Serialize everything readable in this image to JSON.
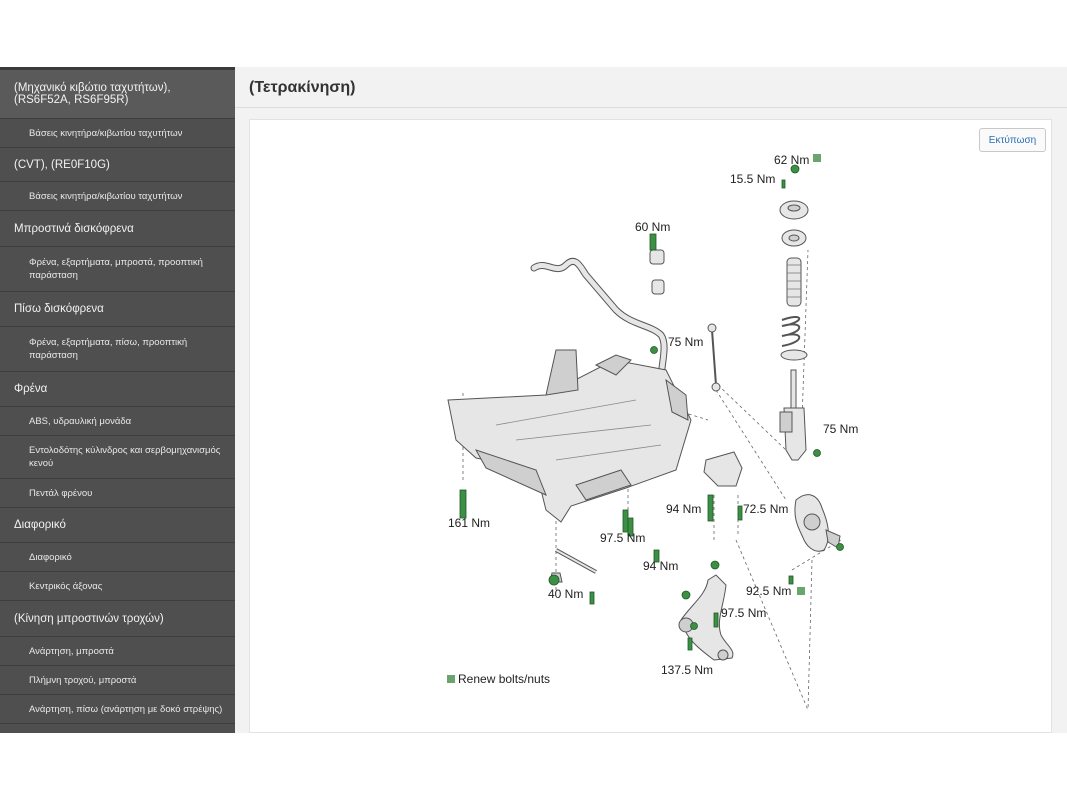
{
  "sidebar": {
    "items": [
      {
        "type": "cat",
        "label": "(Μηχανικό κιβώτιο ταχυτήτων), (RS6F52A, RS6F95R)"
      },
      {
        "type": "sub",
        "label": "Βάσεις κινητήρα/κιβωτίου ταχυτήτων"
      },
      {
        "type": "cat",
        "label": "(CVT), (RE0F10G)"
      },
      {
        "type": "sub",
        "label": "Βάσεις κινητήρα/κιβωτίου ταχυτήτων"
      },
      {
        "type": "cat",
        "label": "Μπροστινά δισκόφρενα"
      },
      {
        "type": "sub",
        "label": "Φρένα, εξαρτήματα, μπροστά, προοπτική παράσταση"
      },
      {
        "type": "cat",
        "label": "Πίσω δισκόφρενα"
      },
      {
        "type": "sub",
        "label": "Φρένα, εξαρτήματα, πίσω, προοπτική παράσταση"
      },
      {
        "type": "cat",
        "label": "Φρένα"
      },
      {
        "type": "sub",
        "label": "ABS, υδραυλική μονάδα"
      },
      {
        "type": "sub",
        "label": "Εντολοδότης κύλινδρος και σερβομηχανισμός κενού"
      },
      {
        "type": "sub",
        "label": "Πεντάλ φρένου"
      },
      {
        "type": "cat",
        "label": "Διαφορικό"
      },
      {
        "type": "sub",
        "label": "Διαφορικό"
      },
      {
        "type": "sub",
        "label": "Κεντρικός άξονας"
      },
      {
        "type": "cat",
        "label": "(Κίνηση μπροστινών τροχών)"
      },
      {
        "type": "sub",
        "label": "Ανάρτηση, μπροστά"
      },
      {
        "type": "sub",
        "label": "Πλήμνη τροχού, μπροστά"
      },
      {
        "type": "sub",
        "label": "Ανάρτηση, πίσω (ανάρτηση με δοκό στρέψης)"
      }
    ]
  },
  "main": {
    "title": "(Τετρακίνηση)",
    "print_label": "Εκτύπωση"
  },
  "diagram": {
    "torques": {
      "t62": "62 Nm",
      "t15_5": "15.5 Nm",
      "t60": "60 Nm",
      "t75a": "75 Nm",
      "t75b": "75 Nm",
      "t161": "161 Nm",
      "t97_5a": "97.5 Nm",
      "t94a": "94 Nm",
      "t72_5": "72.5 Nm",
      "t94b": "94 Nm",
      "t40": "40 Nm",
      "t92_5": "92.5 Nm",
      "t97_5b": "97.5 Nm",
      "t137_5": "137.5 Nm"
    },
    "legend": "Renew bolts/nuts",
    "colors": {
      "renew": "#6aa56f",
      "bolt": "#3d8f45"
    }
  }
}
